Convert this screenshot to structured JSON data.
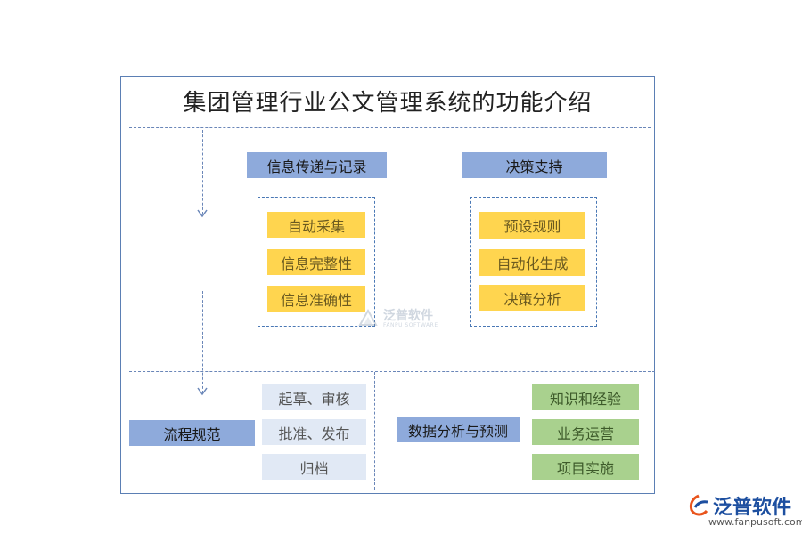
{
  "title": "集团管理行业公文管理系统的功能介绍",
  "sections": {
    "info": {
      "header": "信息传递与记录",
      "items": [
        "自动采集",
        "信息完整性",
        "信息准确性"
      ]
    },
    "decision": {
      "header": "决策支持",
      "items": [
        "预设规则",
        "自动化生成",
        "决策分析"
      ]
    },
    "process": {
      "header": "流程规范",
      "items": [
        "起草、审核",
        "批准、发布",
        "归档"
      ]
    },
    "data": {
      "header": "数据分析与预测",
      "items": [
        "知识和经验",
        "业务运营",
        "项目实施"
      ]
    }
  },
  "watermark": {
    "text": "泛普软件",
    "sub": "FANPU SOFTWARE"
  },
  "brand": {
    "text": "泛普软件",
    "url": "www.fanpusoft.com"
  },
  "colors": {
    "header_blue": "#8eaadb",
    "item_yellow": "#ffd54f",
    "item_light": "#e1e9f5",
    "item_green": "#a9d18e",
    "line_blue": "#6a86b8"
  }
}
